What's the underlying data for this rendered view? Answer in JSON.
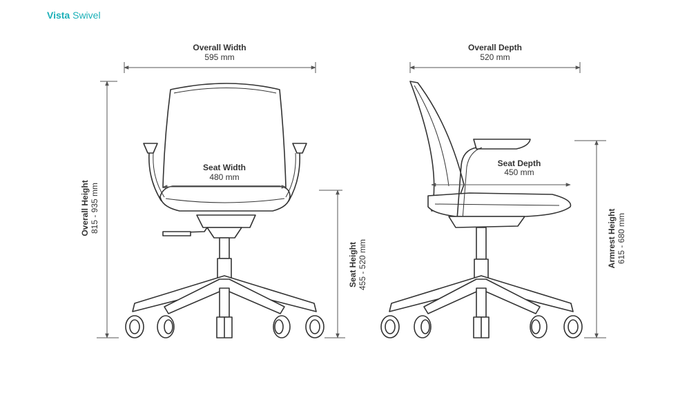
{
  "header": {
    "brand": "Vista",
    "model": "Swivel"
  },
  "dimensions": {
    "overall_width": {
      "label": "Overall Width",
      "value": "595 mm"
    },
    "overall_depth": {
      "label": "Overall Depth",
      "value": "520 mm"
    },
    "seat_width": {
      "label": "Seat Width",
      "value": "480 mm"
    },
    "seat_depth": {
      "label": "Seat Depth",
      "value": "450 mm"
    },
    "overall_height": {
      "label": "Overall Height",
      "value": "815 - 935 mm"
    },
    "seat_height": {
      "label": "Seat Height",
      "value": "455 - 520 mm"
    },
    "armrest_height": {
      "label": "Armrest Height",
      "value": "615 - 680 mm"
    }
  },
  "colors": {
    "accent": "#1bb0b8",
    "line": "#333333",
    "dim": "#555555"
  }
}
